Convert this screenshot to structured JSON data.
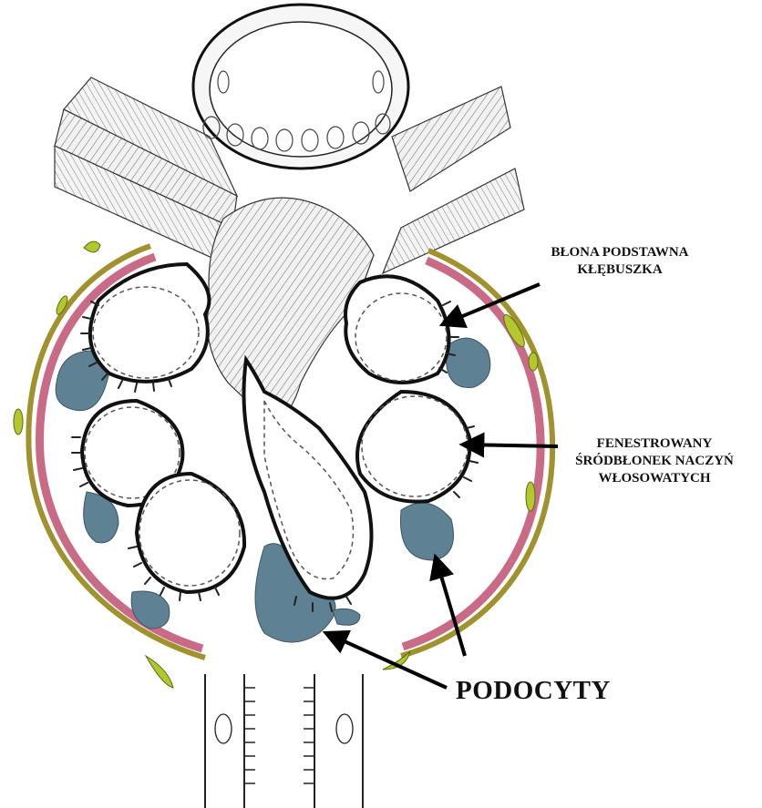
{
  "labels": {
    "basement_membrane": [
      "BŁONA PODSTAWNA",
      "KŁĘBUSZKA"
    ],
    "endothelium": [
      "FENESTROWANY",
      "ŚRÓDBŁONEK NACZYŃ",
      "WŁOSOWATYCH"
    ],
    "podocytes": "PODOCYTY"
  },
  "colors": {
    "podocyte": "#5e8193",
    "parietal_cell": "#c96a86",
    "capsule_outer": "#a0922c",
    "interstitial_cell": "#b4c72e",
    "outline": "#1a1a1a",
    "mesangium_hatch": "#7a7a7a"
  }
}
